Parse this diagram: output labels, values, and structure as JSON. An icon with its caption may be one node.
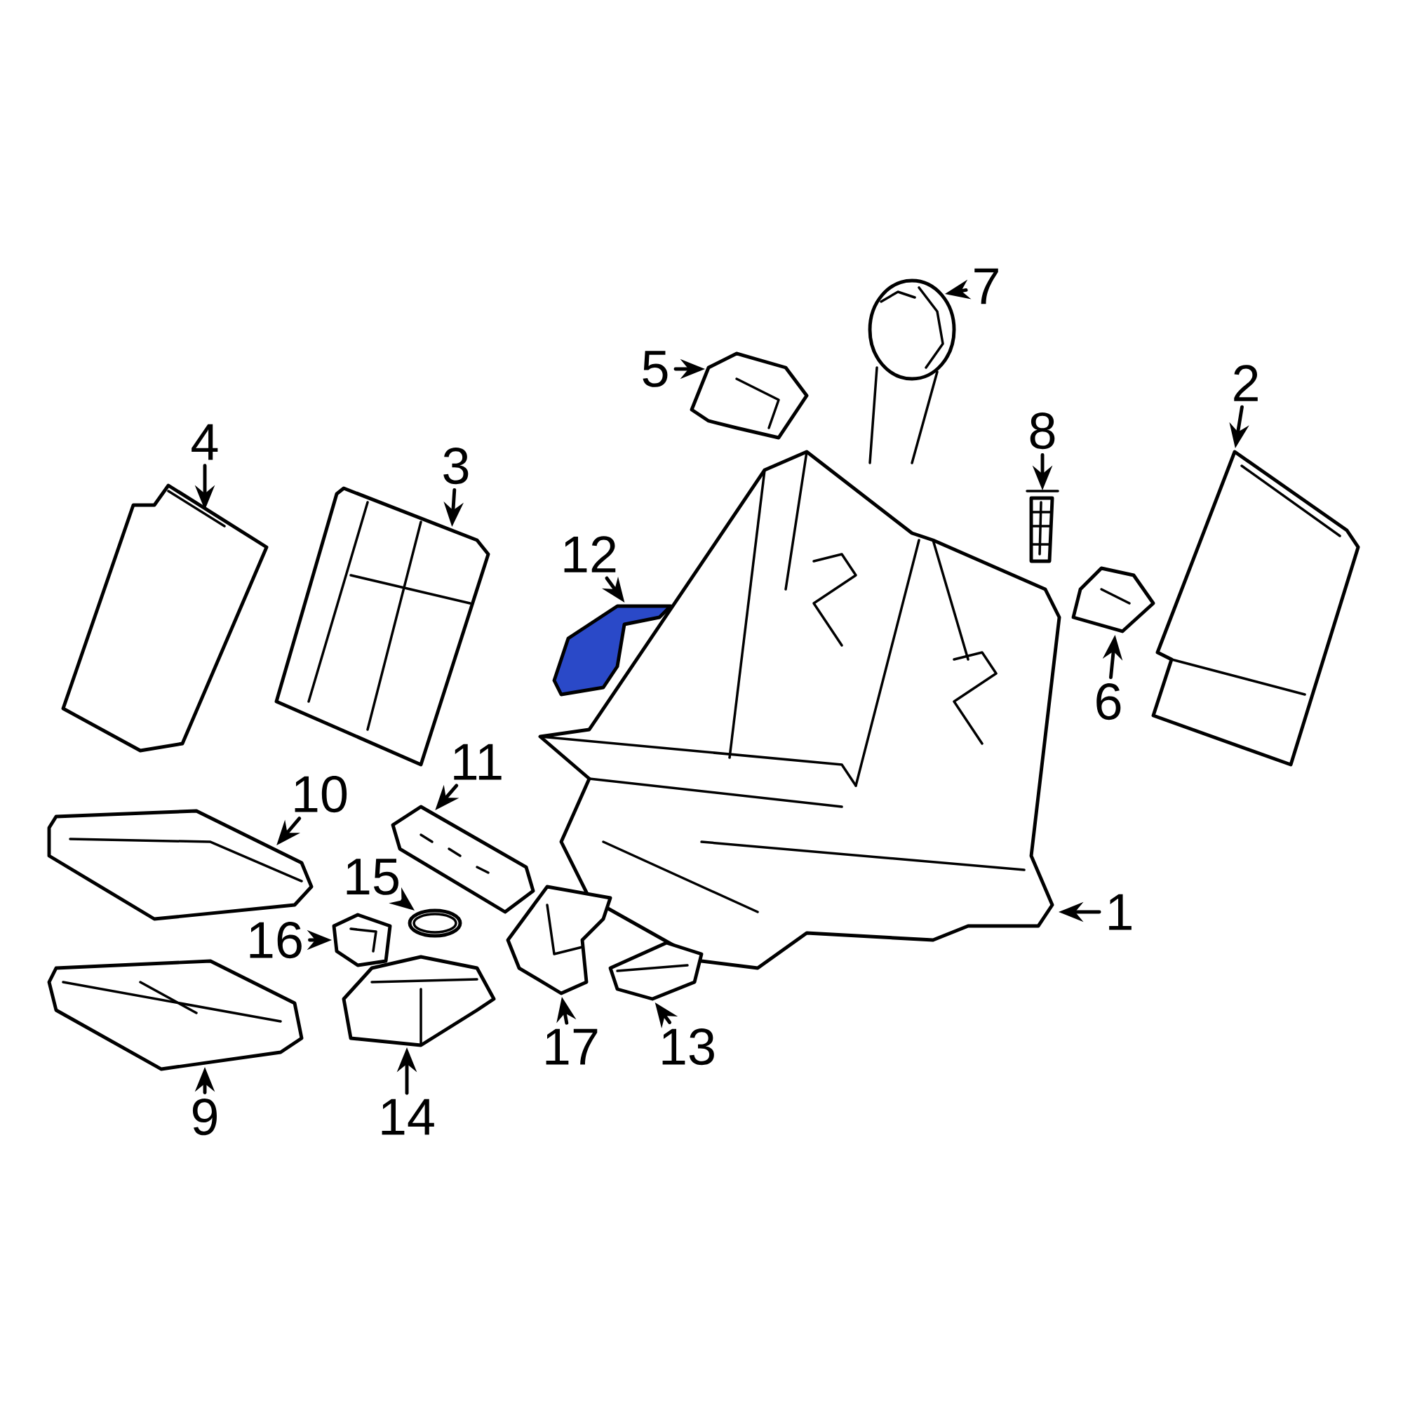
{
  "diagram": {
    "nodes": [
      {
        "text": [
          "1"
        ]
      },
      {
        "text": [
          "2"
        ]
      },
      {
        "text": [
          "3"
        ]
      },
      {
        "text": [
          "4"
        ]
      },
      {
        "text": [
          "5"
        ]
      },
      {
        "text": [
          "6"
        ]
      },
      {
        "text": [
          "7"
        ]
      },
      {
        "text": [
          "8"
        ]
      },
      {
        "text": [
          "9"
        ]
      },
      {
        "text": [
          "10"
        ]
      },
      {
        "text": [
          "11"
        ]
      },
      {
        "text": [
          "12"
        ]
      },
      {
        "text": [
          "13"
        ]
      },
      {
        "text": [
          "14"
        ]
      },
      {
        "text": [
          "15"
        ]
      },
      {
        "text": [
          "16"
        ]
      },
      {
        "text": [
          "17"
        ]
      },
      {
        "text": [],
        "shape": "picture"
      },
      {
        "text": [],
        "shape": "picture"
      },
      {
        "text": [],
        "shape": "picture"
      },
      {
        "text": [],
        "shape": "picture"
      },
      {
        "text": [],
        "shape": "picture"
      },
      {
        "text": [],
        "shape": "picture"
      },
      {
        "text": [],
        "shape": "picture"
      },
      {
        "text": [],
        "shape": "picture"
      },
      {
        "text": [],
        "shape": "picture"
      },
      {
        "text": [],
        "shape": "picture"
      },
      {
        "text": [],
        "shape": "picture"
      },
      {
        "text": [],
        "shape": "picture"
      },
      {
        "text": [],
        "shape": "picture"
      },
      {
        "text": [],
        "shape": "picture"
      },
      {
        "text": [],
        "shape": "picture"
      },
      {
        "text": [],
        "shape": "picture"
      },
      {
        "text": [],
        "shape": "picture"
      }
    ],
    "edges": [
      {
        "from": 0,
        "to": 17,
        "arrow": "to"
      },
      {
        "from": 1,
        "to": 18,
        "arrow": "to"
      },
      {
        "from": 2,
        "to": 19,
        "arrow": "to"
      },
      {
        "from": 3,
        "to": 20,
        "arrow": "to"
      },
      {
        "from": 4,
        "to": 21,
        "arrow": "to"
      },
      {
        "from": 5,
        "to": 22,
        "arrow": "to"
      },
      {
        "from": 6,
        "to": 23,
        "arrow": "to"
      },
      {
        "from": 7,
        "to": 24,
        "arrow": "to"
      },
      {
        "from": 8,
        "to": 25,
        "arrow": "to"
      },
      {
        "from": 9,
        "to": 26,
        "arrow": "to"
      },
      {
        "from": 10,
        "to": 27,
        "arrow": "to"
      },
      {
        "from": 11,
        "to": 28,
        "arrow": "to"
      },
      {
        "from": 12,
        "to": 29,
        "arrow": "to"
      },
      {
        "from": 13,
        "to": 30,
        "arrow": "to"
      },
      {
        "from": 14,
        "to": 31,
        "arrow": "to"
      },
      {
        "from": 15,
        "to": 32,
        "arrow": "to"
      },
      {
        "from": 16,
        "to": 33,
        "arrow": "to"
      }
    ]
  }
}
